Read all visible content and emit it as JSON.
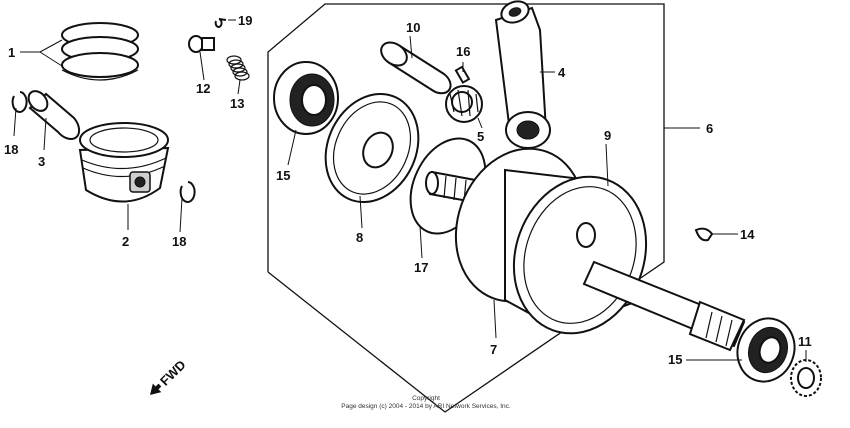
{
  "callouts": {
    "c1": "1",
    "c2": "2",
    "c3": "3",
    "c4": "4",
    "c5": "5",
    "c6": "6",
    "c7": "7",
    "c8": "8",
    "c9": "9",
    "c10": "10",
    "c11": "11",
    "c12": "12",
    "c13": "13",
    "c14": "14",
    "c15a": "15",
    "c15b": "15",
    "c16": "16",
    "c17": "17",
    "c18a": "18",
    "c18b": "18",
    "c19": "19"
  },
  "direction_label": "FWD",
  "copyright": {
    "line1": "Copyright",
    "line2": "Page design (c) 2004 - 2014 by ARI Network Services, Inc."
  }
}
